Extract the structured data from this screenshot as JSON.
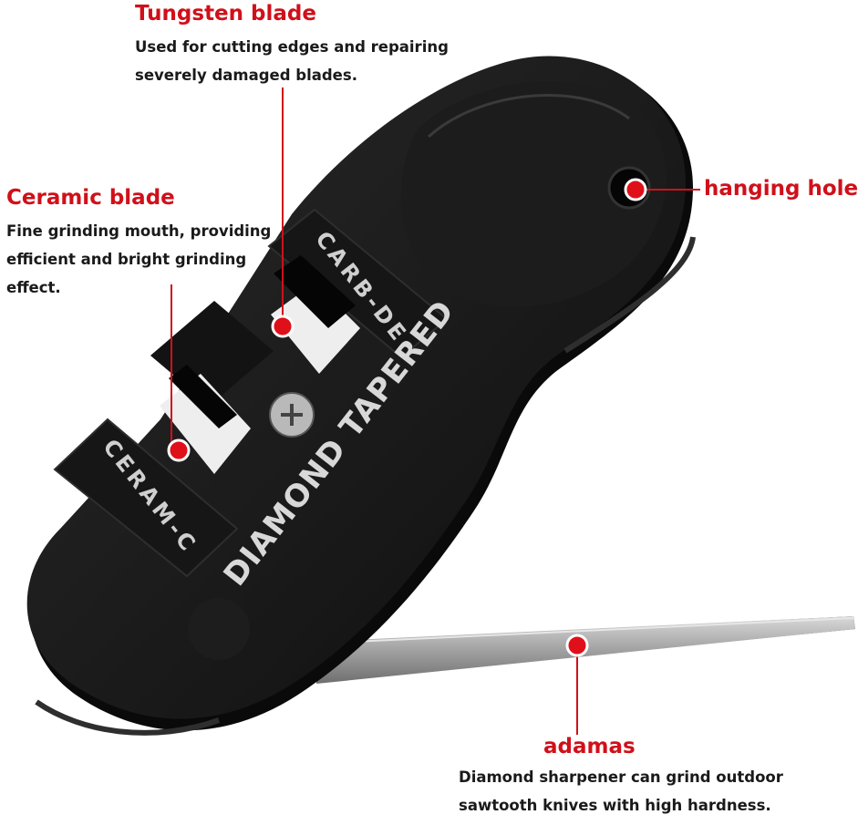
{
  "callouts": {
    "tungsten": {
      "title": "Tungsten blade",
      "desc": [
        "Used for cutting edges and repairing",
        "severely damaged blades."
      ]
    },
    "ceramic": {
      "title": "Ceramic blade",
      "desc": [
        "Fine grinding mouth, providing",
        "efficient and bright grinding",
        "effect."
      ]
    },
    "hanging": {
      "title": "hanging hole"
    },
    "adamas": {
      "title": "adamas",
      "desc": [
        "Diamond sharpener can grind outdoor",
        "sawtooth knives with high hardness."
      ]
    }
  },
  "product": {
    "body_text": "DIAMOND TAPERED",
    "slot_carbide": "CARB-DE",
    "slot_ceramic": "CERAM-C"
  },
  "colors": {
    "accent": "#d0101a",
    "body": "#141414",
    "rod": "#9a9a9a"
  }
}
